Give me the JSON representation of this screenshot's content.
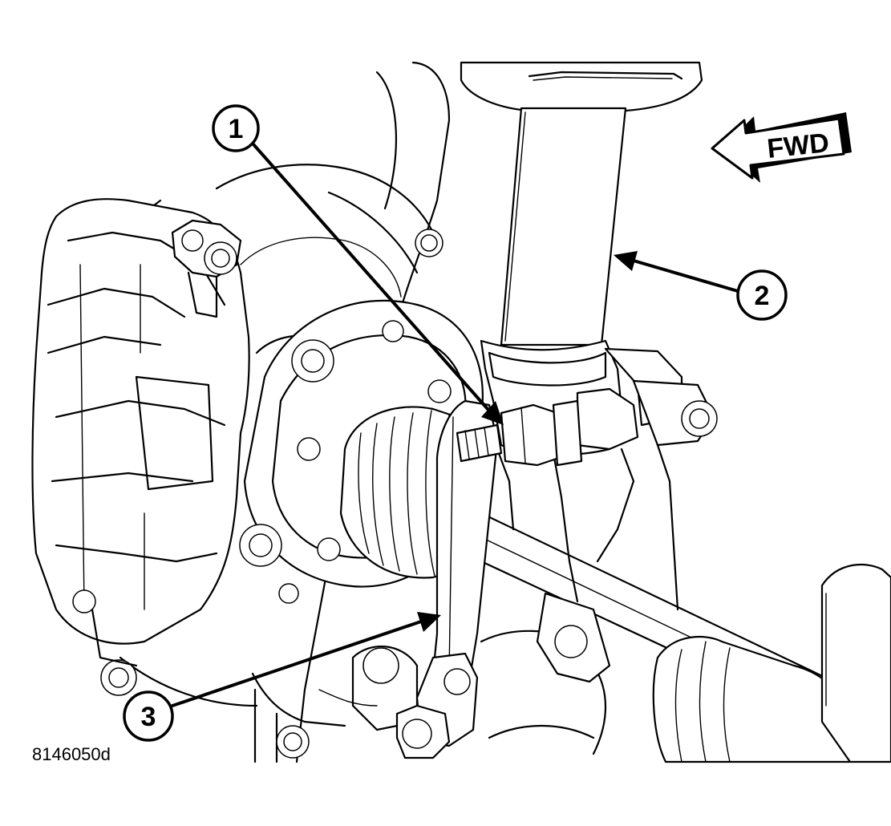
{
  "figure": {
    "id_label": "8146050d"
  },
  "direction_indicator": {
    "label": "FWD"
  },
  "callouts": [
    {
      "number": "1"
    },
    {
      "number": "2"
    },
    {
      "number": "3"
    }
  ]
}
